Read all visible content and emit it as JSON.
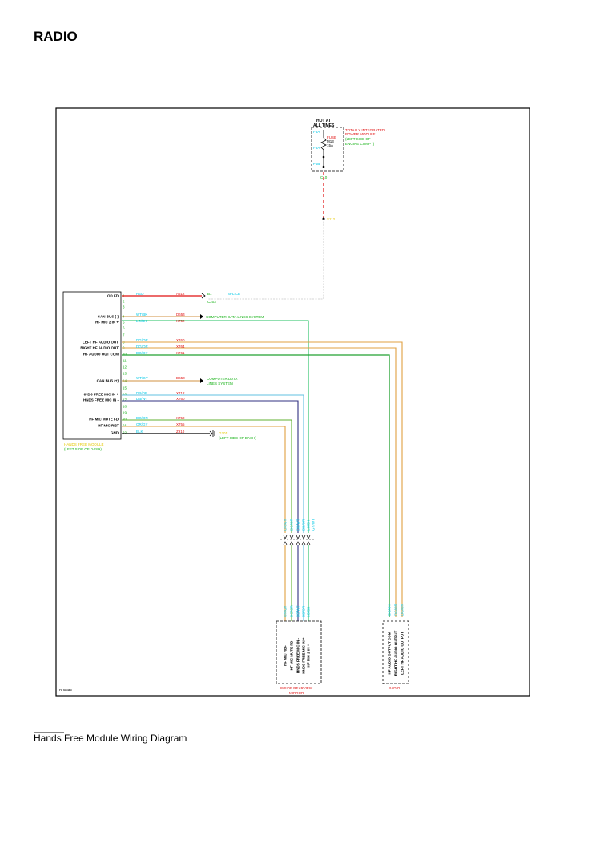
{
  "header": {
    "title": "RADIO"
  },
  "caption": "Hands Free Module Wiring Diagram",
  "diagram": {
    "fuse_box": {
      "title_line1": "HOT AT",
      "title_line2": "ALL TIMES",
      "terminal_top": "F6A",
      "fuse_name": "FUSE",
      "fuse_number": "M13",
      "fuse_rating": "15A",
      "terminal_mid": "F6A",
      "terminal_bottom": "F6B",
      "module_line1": "TOTALLY INTEGRATED",
      "module_line2": "POWER MODULE",
      "location_line1": "(LEFT SIDE OF",
      "location_line2": "ENGINE COMPT)",
      "connector": "C10",
      "splice": "S112"
    },
    "hands_free_module": {
      "pins": [
        {
          "n": "1",
          "label": "IOD FD"
        },
        {
          "n": "2",
          "label": ""
        },
        {
          "n": "3",
          "label": ""
        },
        {
          "n": "4",
          "label": "CAN BUS (-)"
        },
        {
          "n": "5",
          "label": "HF MIC 2 IN +"
        },
        {
          "n": "6",
          "label": ""
        },
        {
          "n": "7",
          "label": ""
        },
        {
          "n": "8",
          "label": "LEFT HF AUDIO OUT"
        },
        {
          "n": "9",
          "label": "RIGHT HF AUDIO OUT"
        },
        {
          "n": "10",
          "label": "HF AUDIO OUT COM"
        },
        {
          "n": "11",
          "label": ""
        },
        {
          "n": "12",
          "label": ""
        },
        {
          "n": "13",
          "label": ""
        },
        {
          "n": "14",
          "label": "CAN BUS (+)"
        },
        {
          "n": "15",
          "label": ""
        },
        {
          "n": "16",
          "label": "HNDS FREE MIC IN +"
        },
        {
          "n": "17",
          "label": "HNDS FREE MIC IN -"
        },
        {
          "n": "18",
          "label": ""
        },
        {
          "n": "19",
          "label": ""
        },
        {
          "n": "20",
          "label": "HF MIC MUTE FD"
        },
        {
          "n": "21",
          "label": "HF MIC REF"
        },
        {
          "n": "22",
          "label": "GND"
        }
      ],
      "name_line1": "HANDS FREE MODULE",
      "name_line2": "(LEFT SIDE OF DASH)"
    },
    "wires": [
      {
        "pin": "1",
        "color_code": "RED",
        "circuit": "A612",
        "dest": "B1",
        "note": "SPLICE",
        "sub": "C203"
      },
      {
        "pin": "4",
        "color_code": "WT/BK",
        "circuit": "D654",
        "dest": "COMPUTER DATA LINES SYSTEM"
      },
      {
        "pin": "5",
        "color_code": "LG/BK",
        "circuit": "X752"
      },
      {
        "pin": "8",
        "color_code": "DG/OR",
        "circuit": "X760"
      },
      {
        "pin": "9",
        "color_code": "DG/OR",
        "circuit": "X764"
      },
      {
        "pin": "10",
        "color_code": "DG/GY",
        "circuit": "X761"
      },
      {
        "pin": "14",
        "color_code": "WT/GY",
        "circuit": "D650",
        "dest_line1": "COMPUTER DATA",
        "dest_line2": "LINES SYSTEM"
      },
      {
        "pin": "16",
        "color_code": "DB/OR",
        "circuit": "X712"
      },
      {
        "pin": "17",
        "color_code": "DB/WT",
        "circuit": "X760"
      },
      {
        "pin": "20",
        "color_code": "DG/OR",
        "circuit": "X750"
      },
      {
        "pin": "21",
        "color_code": "OR/GY",
        "circuit": "X755"
      },
      {
        "pin": "22",
        "color_code": "BLK",
        "circuit": "Z910",
        "ground": "G201",
        "ground_location": "(LEFT SIDE OF DASH)"
      }
    ],
    "inline_labels": [
      "OR/GY",
      "DG/OR",
      "DB/WT",
      "DB/OR",
      "LG/BK",
      "GY/WT"
    ],
    "mirror": {
      "pin_labels": [
        "HF MIC REF",
        "HF MIC MUTE FD",
        "HNDS FREE MIC IN -",
        "HNDS FREE MIC IN +",
        "HF MIC 2 IN +"
      ],
      "wire_labels": [
        "OR/GY",
        "DG/OR",
        "DB/WT",
        "DB/OR",
        "LG/BK"
      ],
      "name_line1": "INSIDE REARVIEW",
      "name_line2": "MIRROR"
    },
    "radio": {
      "pin_labels": [
        "HF AUDIO OUTPUT COM",
        "RIGHT HF AUDIO OUTPUT",
        "LEFT HF AUDIO OUTPUT"
      ],
      "wire_labels": [
        "DG/GY",
        "DG/OR",
        "DG/OR"
      ],
      "name": "RADIO"
    },
    "footer_code": "Rn06a5"
  }
}
